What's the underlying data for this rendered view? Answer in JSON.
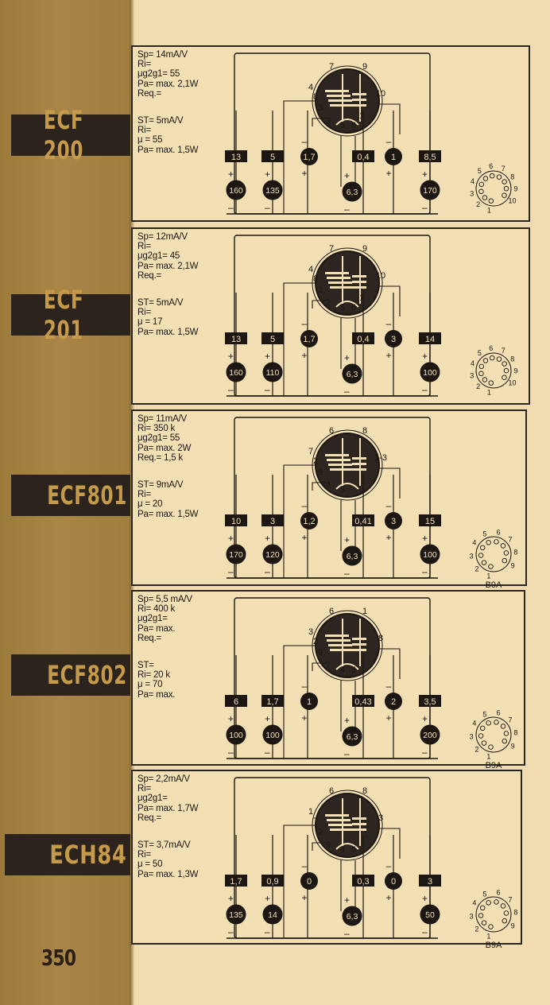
{
  "page_number": "350",
  "colors": {
    "spine": "#a98647",
    "stripe": "#2b231c",
    "stripe_text": "#c59a4a",
    "paper": "#f0dcb0",
    "ink": "#1c1712"
  },
  "tubes": [
    {
      "name": "ECF 200",
      "specs_p": [
        "Sp= 14mA/V",
        "Ri=",
        "μg2g1= 55",
        "Pa= max. 2,1W",
        "Req.="
      ],
      "specs_t": [
        "ST= 5mA/V",
        "Ri=",
        "μ = 55",
        "Pa= max. 1,5W"
      ],
      "upper_values": [
        "13",
        "5",
        "1,7",
        "0,4",
        "1",
        "8,5"
      ],
      "lower_values": [
        "160",
        "135",
        "6,3",
        "170"
      ],
      "pin_labels": [
        "7",
        "9",
        "4",
        "8",
        "3",
        "10",
        "2",
        "5",
        "6",
        "1"
      ],
      "base_pins": [
        "1",
        "2",
        "3",
        "4",
        "5",
        "6",
        "7",
        "8",
        "9",
        "10"
      ],
      "base_code": ""
    },
    {
      "name": "ECF 201",
      "specs_p": [
        "Sp= 12mA/V",
        "Ri=",
        "μg2g1= 45",
        "Pa= max. 2,1W",
        "Req.="
      ],
      "specs_t": [
        "ST= 5mA/V",
        "Ri=",
        "μ = 17",
        "Pa= max. 1,5W"
      ],
      "upper_values": [
        "13",
        "5",
        "1,7",
        "0,4",
        "3",
        "14"
      ],
      "lower_values": [
        "160",
        "110",
        "6,3",
        "100"
      ],
      "pin_labels": [
        "7",
        "9",
        "4",
        "8",
        "3",
        "10",
        "2",
        "5",
        "6",
        "1"
      ],
      "base_pins": [
        "1",
        "2",
        "3",
        "4",
        "5",
        "6",
        "7",
        "8",
        "9",
        "10"
      ],
      "base_code": ""
    },
    {
      "name": "ECF801",
      "specs_p": [
        "Sp= 11mA/V",
        "Ri= 350 k",
        "μg2g1= 55",
        "Pa= max. 2W",
        "Req.= 1,5 k"
      ],
      "specs_t": [
        "ST= 9mA/V",
        "Ri=",
        "μ = 20",
        "Pa= max. 1,5W"
      ],
      "upper_values": [
        "10",
        "3",
        "1,2",
        "0,41",
        "3",
        "15"
      ],
      "lower_values": [
        "170",
        "120",
        "6,3",
        "100"
      ],
      "pin_labels": [
        "6",
        "8",
        "7",
        "2",
        "9",
        "1-3",
        "4",
        "5"
      ],
      "base_pins": [
        "1",
        "2",
        "3",
        "4",
        "5",
        "6",
        "7",
        "8",
        "9"
      ],
      "base_code": "B9A"
    },
    {
      "name": "ECF802",
      "specs_p": [
        "Sp= 5,5 mA/V",
        "Ri= 400 k",
        "μg2g1=",
        "Pa= max.",
        "Req.="
      ],
      "specs_t": [
        "ST=",
        "Ri= 20 k",
        "μ = 70",
        "Pa= max."
      ],
      "upper_values": [
        "6",
        "1,7",
        "1",
        "0,43",
        "2",
        "3,5"
      ],
      "lower_values": [
        "100",
        "100",
        "6,3",
        "200"
      ],
      "pin_labels": [
        "6",
        "1",
        "3",
        "2",
        "9",
        "8",
        "7",
        "4",
        "5"
      ],
      "base_pins": [
        "1",
        "2",
        "3",
        "4",
        "5",
        "6",
        "7",
        "8",
        "9"
      ],
      "base_code": "B9A"
    },
    {
      "name": "ECH84",
      "specs_p": [
        "Sp= 2,2mA/V",
        "Ri=",
        "μg2g1=",
        "Pa= max. 1,7W",
        "Req.="
      ],
      "specs_t": [
        "ST= 3,7mA/V",
        "Ri=",
        "μ = 50",
        "Pa= max. 1,3W"
      ],
      "upper_values": [
        "1,7",
        "0,9",
        "0",
        "0,3",
        "0",
        "3"
      ],
      "lower_values": [
        "135",
        "14",
        "6,3",
        "50"
      ],
      "pin_labels": [
        "6",
        "8",
        "1",
        "7",
        "2",
        "3",
        "9",
        "4",
        "5"
      ],
      "base_pins": [
        "1",
        "2",
        "3",
        "4",
        "5",
        "6",
        "7",
        "8",
        "9"
      ],
      "base_code": "B9A"
    }
  ]
}
